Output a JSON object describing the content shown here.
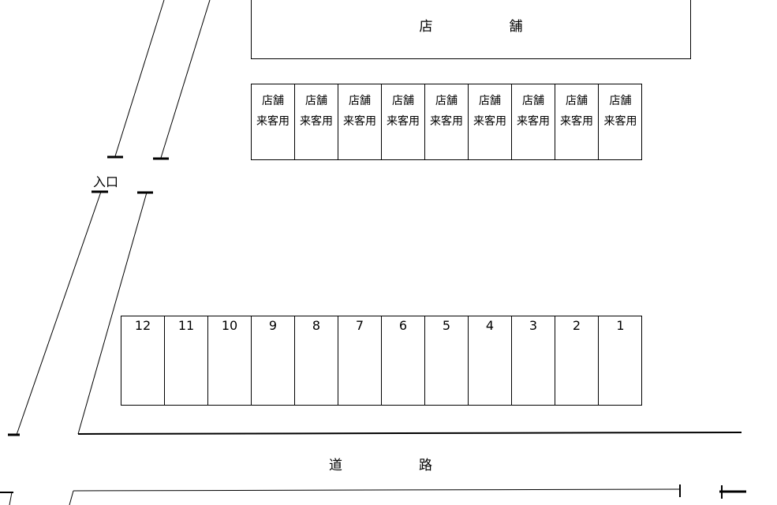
{
  "store": {
    "label": "店　舗"
  },
  "guest_spaces": [
    {
      "line1": "店舗",
      "line2": "来客用"
    },
    {
      "line1": "店舗",
      "line2": "来客用"
    },
    {
      "line1": "店舗",
      "line2": "来客用"
    },
    {
      "line1": "店舗",
      "line2": "来客用"
    },
    {
      "line1": "店舗",
      "line2": "来客用"
    },
    {
      "line1": "店舗",
      "line2": "来客用"
    },
    {
      "line1": "店舗",
      "line2": "来客用"
    },
    {
      "line1": "店舗",
      "line2": "来客用"
    },
    {
      "line1": "店舗",
      "line2": "来客用"
    }
  ],
  "numbered_spaces": [
    "12",
    "11",
    "10",
    "9",
    "8",
    "7",
    "6",
    "5",
    "4",
    "3",
    "2",
    "1"
  ],
  "entrance": {
    "label": "入口"
  },
  "road": {
    "label": "道　路"
  }
}
